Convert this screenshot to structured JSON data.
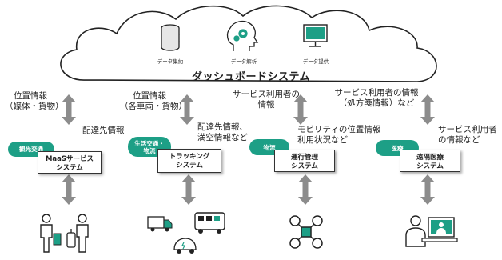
{
  "cloud": {
    "title": "ダッシュボードシステム",
    "items": [
      {
        "label": "データ集約",
        "icon": "database-icon"
      },
      {
        "label": "データ解析",
        "icon": "brain-gear-icon"
      },
      {
        "label": "データ提供",
        "icon": "monitor-icon"
      }
    ]
  },
  "columns": [
    {
      "top_label": [
        "位置情報",
        "（媒体・貨物）"
      ],
      "side_label": [
        "配達先情報"
      ],
      "tag": [
        "観光交通"
      ],
      "system": [
        "MaaSサービス",
        "システム"
      ],
      "bottom_icon": "travelers-icon"
    },
    {
      "top_label": [
        "位置情報",
        "（各車両・貨物）"
      ],
      "side_label": [
        "配達先情報、",
        "満空情報など"
      ],
      "tag": [
        "生活交通・",
        "物流"
      ],
      "system": [
        "トラッキング",
        "システム"
      ],
      "bottom_icon": "vehicles-icon"
    },
    {
      "top_label": [
        "サービス利用者の",
        "情報"
      ],
      "side_label": [
        "モビリティの位置情報",
        "利用状況など"
      ],
      "tag": [
        "物流"
      ],
      "system": [
        "運行管理",
        "システム"
      ],
      "bottom_icon": "drone-icon"
    },
    {
      "top_label": [
        "サービス利用者の情報",
        "（処方箋情報）など"
      ],
      "side_label": [
        "サービス利用者",
        "の情報など"
      ],
      "tag": [
        "医療"
      ],
      "system": [
        "遠隔医療",
        "システム"
      ],
      "bottom_icon": "telemedicine-icon"
    }
  ],
  "colors": {
    "accent": "#1d9f86",
    "arrow": "#8c8c8c",
    "line": "#222222"
  }
}
